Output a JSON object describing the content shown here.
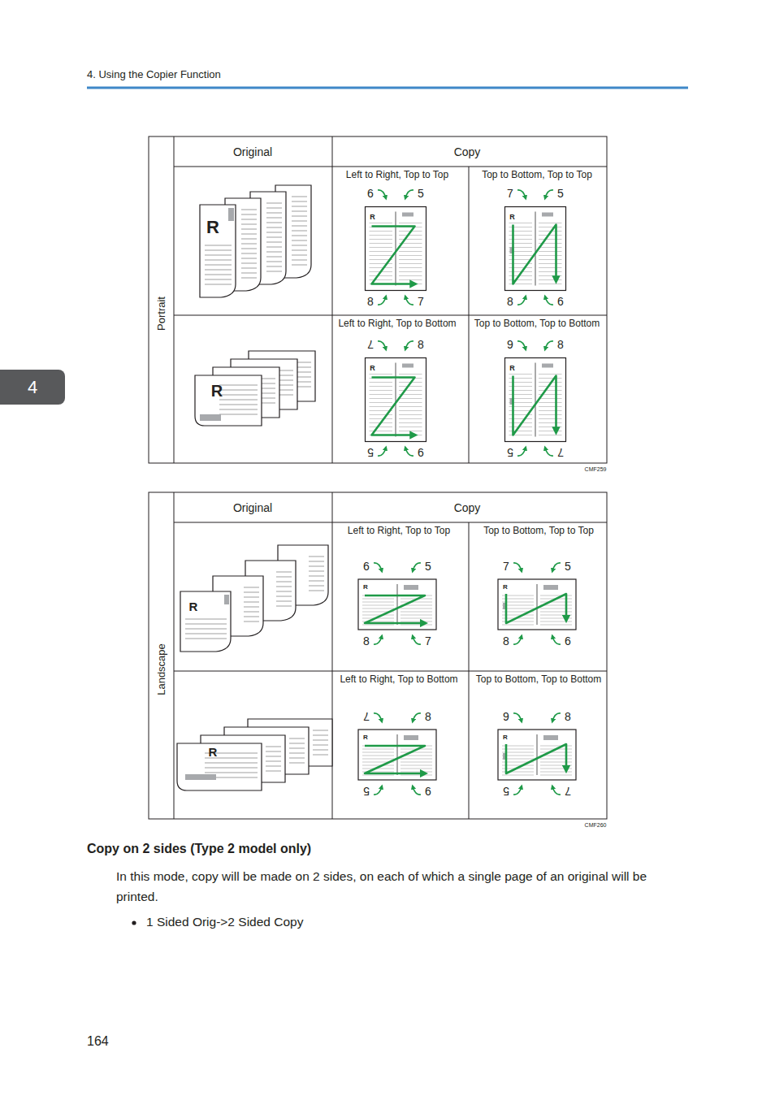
{
  "diagram": {
    "labels": [
      "4. Using the Copier Function",
      "4",
      "Original",
      "Copy",
      "Portrait",
      "Left to Right, Top to Top",
      "6",
      "5",
      "R",
      "8",
      "7",
      "Top to Bottom, Top to Top",
      "7",
      "5",
      "R",
      "8",
      "6",
      "Left to Right, Top to Bottom",
      "7",
      "8",
      "R",
      "5",
      "6",
      "Top to Bottom, Top to Bottom",
      "9",
      "8",
      "R",
      "5",
      "7",
      "R",
      "R",
      "CMF259",
      "Original",
      "Copy",
      "Landscape",
      "Left to Right, Top to Top",
      "6",
      "5",
      "R",
      "8",
      "7",
      "Top to Bottom, Top to Top",
      "7",
      "5",
      "R",
      "8",
      "6",
      "Left to Right, Top to Bottom",
      "7",
      "8",
      "R",
      "5",
      "6",
      "Top to Bottom, Top to Bottom",
      "9",
      "8",
      "R",
      "5",
      "7",
      "R",
      "R",
      "CMF260",
      "Copy on 2 sides (Type 2 model only)",
      "In this mode, copy will be made on 2 sides, on each of which a single page of an original will be printed.",
      "1 Sided Orig->2 Sided Copy",
      "164"
    ]
  }
}
